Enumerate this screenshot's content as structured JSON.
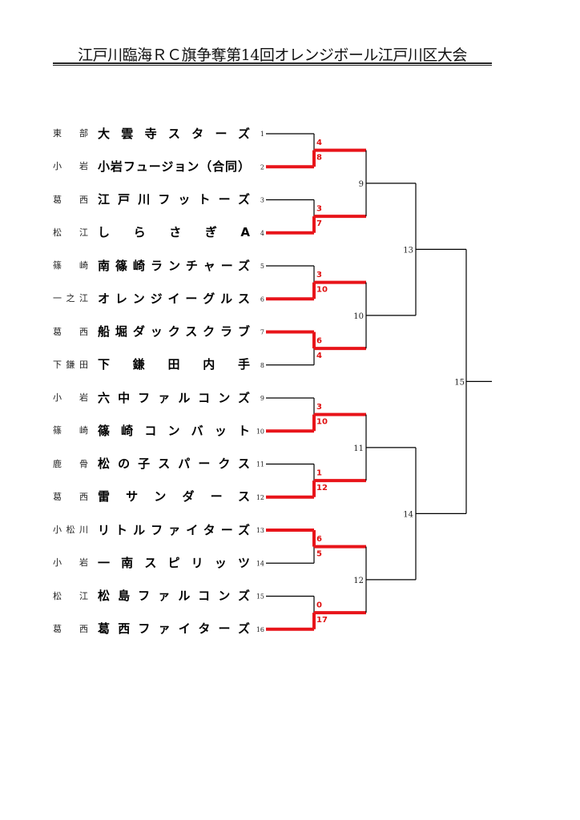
{
  "title": "江戸川臨海ＲＣ旗争奪第14回オレンジボール江戸川区大会",
  "colors": {
    "winner": "#e8141a",
    "line": "#000000"
  },
  "teams": [
    {
      "seed": "1",
      "district": "東部",
      "name": "大雲寺スターズ"
    },
    {
      "seed": "2",
      "district": "小岩",
      "name": "小岩フュージョン（合同）"
    },
    {
      "seed": "3",
      "district": "葛西",
      "name": "江戸川フットーズ"
    },
    {
      "seed": "4",
      "district": "松江",
      "name": "しらさぎA"
    },
    {
      "seed": "5",
      "district": "篠崎",
      "name": "南篠崎ランチャーズ"
    },
    {
      "seed": "6",
      "district": "一之江",
      "name": "オレンジイーグルス"
    },
    {
      "seed": "7",
      "district": "葛西",
      "name": "船堀ダックスクラブ"
    },
    {
      "seed": "8",
      "district": "下鎌田",
      "name": "下鎌田内手"
    },
    {
      "seed": "9",
      "district": "小岩",
      "name": "六中ファルコンズ"
    },
    {
      "seed": "10",
      "district": "篠崎",
      "name": "篠崎コンバット"
    },
    {
      "seed": "11",
      "district": "鹿骨",
      "name": "松の子スパークス"
    },
    {
      "seed": "12",
      "district": "葛西",
      "name": "雷サンダース"
    },
    {
      "seed": "13",
      "district": "小松川",
      "name": "リトルファイターズ"
    },
    {
      "seed": "14",
      "district": "小岩",
      "name": "一南スピリッツ"
    },
    {
      "seed": "15",
      "district": "松江",
      "name": "松島ファルコンズ"
    },
    {
      "seed": "16",
      "district": "葛西",
      "name": "葛西ファイターズ"
    }
  ],
  "first_round": [
    {
      "scores": [
        "4",
        "8"
      ],
      "winner": 1
    },
    {
      "scores": [
        "3",
        "7"
      ],
      "winner": 1
    },
    {
      "scores": [
        "3",
        "10"
      ],
      "winner": 1
    },
    {
      "scores": [
        "6",
        "4"
      ],
      "winner": 0
    },
    {
      "scores": [
        "3",
        "10"
      ],
      "winner": 1
    },
    {
      "scores": [
        "1",
        "12"
      ],
      "winner": 1
    },
    {
      "scores": [
        "6",
        "5"
      ],
      "winner": 0
    },
    {
      "scores": [
        "0",
        "17"
      ],
      "winner": 1
    }
  ],
  "match_numbers": [
    "9",
    "10",
    "11",
    "12",
    "13",
    "14",
    "15"
  ]
}
